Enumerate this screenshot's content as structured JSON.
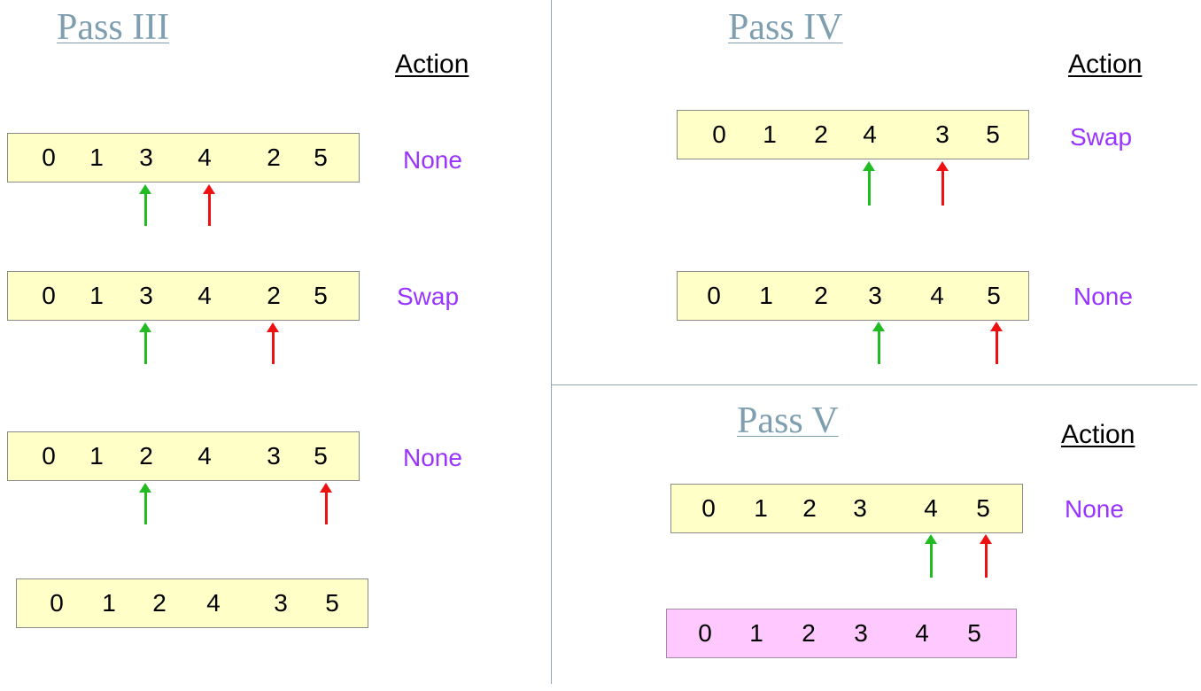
{
  "pass3": {
    "title": "Pass III",
    "action_header": "Action",
    "rows": [
      {
        "values": [
          "0",
          "1",
          "3",
          "4",
          "2",
          "5"
        ],
        "action": "None"
      },
      {
        "values": [
          "0",
          "1",
          "3",
          "4",
          "2",
          "5"
        ],
        "action": "Swap"
      },
      {
        "values": [
          "0",
          "1",
          "2",
          "4",
          "3",
          "5"
        ],
        "action": "None"
      },
      {
        "values": [
          "0",
          "1",
          "2",
          "4",
          "3",
          "5"
        ]
      }
    ]
  },
  "pass4": {
    "title": "Pass IV",
    "action_header": "Action",
    "rows": [
      {
        "values": [
          "0",
          "1",
          "2",
          "4",
          "3",
          "5"
        ],
        "action": "Swap"
      },
      {
        "values": [
          "0",
          "1",
          "2",
          "3",
          "4",
          "5"
        ],
        "action": "None"
      }
    ]
  },
  "pass5": {
    "title": "Pass V",
    "action_header": "Action",
    "rows": [
      {
        "values": [
          "0",
          "1",
          "2",
          "3",
          "4",
          "5"
        ],
        "action": "None"
      }
    ],
    "final": {
      "values": [
        "0",
        "1",
        "2",
        "3",
        "4",
        "5"
      ]
    }
  },
  "colors": {
    "title": "#7f9fb0",
    "action_text": "#9933ff",
    "box_fill": "#ffffc8",
    "final_fill": "#ffc8ff",
    "pointer_green": "#22bb22",
    "pointer_red": "#ee1111"
  }
}
